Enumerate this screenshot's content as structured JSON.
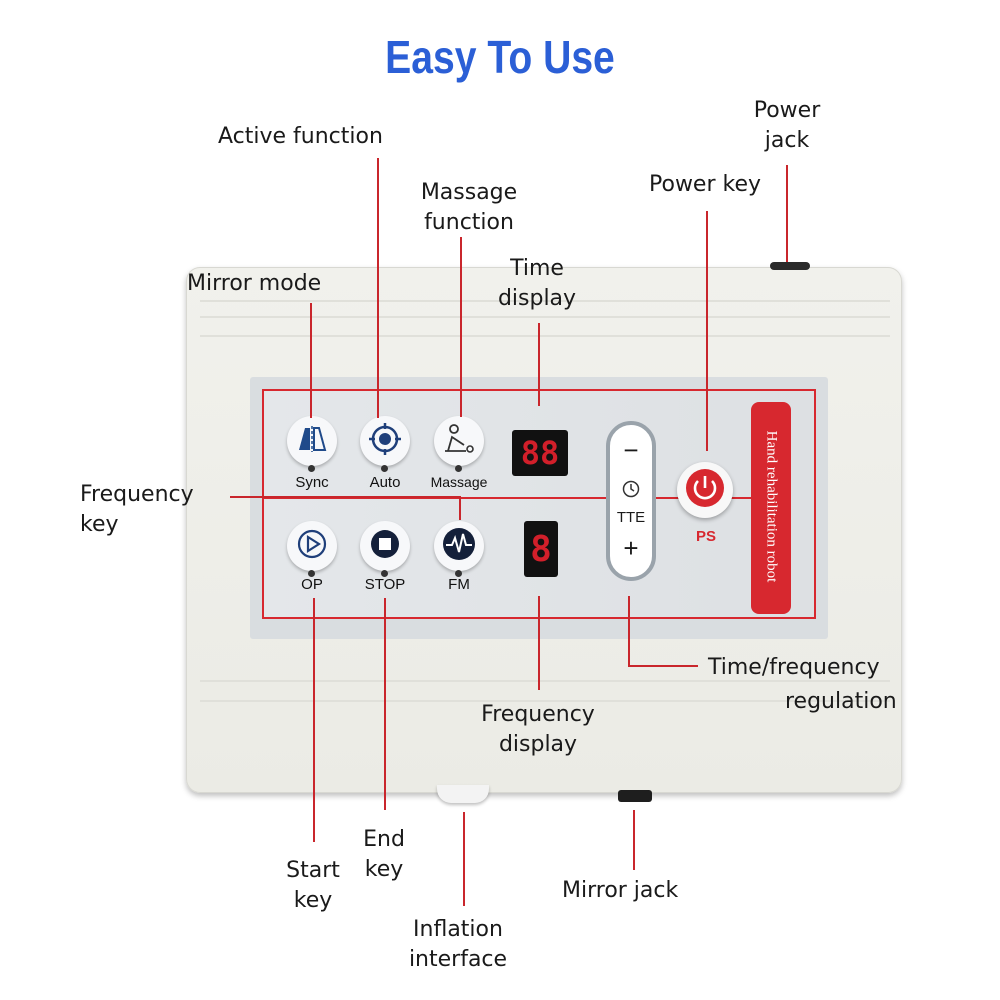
{
  "title": "Easy To Use",
  "panel": {
    "buttons": [
      {
        "label": "Sync",
        "icon": "mirror-icon"
      },
      {
        "label": "Auto",
        "icon": "target-icon"
      },
      {
        "label": "Massage",
        "icon": "massage-icon"
      },
      {
        "label": "OP",
        "icon": "play-icon"
      },
      {
        "label": "STOP",
        "icon": "stop-icon"
      },
      {
        "label": "FM",
        "icon": "pulse-icon"
      }
    ],
    "time_display": "88",
    "frequency_display": "8",
    "regulator": {
      "minus": "−",
      "mode": "TTE",
      "plus": "+"
    },
    "power_label": "PS",
    "brand_text": "Hand rehabilitation robot"
  },
  "callouts": {
    "active_function": "Active function",
    "massage_function": [
      "Massage",
      "function"
    ],
    "mirror_mode": "Mirror mode",
    "time_display": [
      "Time",
      "display"
    ],
    "power_key": "Power key",
    "power_jack": [
      "Power",
      "jack"
    ],
    "frequency_key": [
      "Frequency",
      "key"
    ],
    "time_frequency_regulation": [
      "Time/frequency",
      "regulation"
    ],
    "frequency_display": [
      "Frequency",
      "display"
    ],
    "start_key": [
      "Start",
      "key"
    ],
    "end_key": [
      "End",
      "key"
    ],
    "inflation_interface": [
      "Inflation",
      "interface"
    ],
    "mirror_jack": "Mirror jack"
  },
  "colors": {
    "title": "#2b5fd6",
    "accent_red": "#d7282f",
    "leader": "#c9262c"
  }
}
